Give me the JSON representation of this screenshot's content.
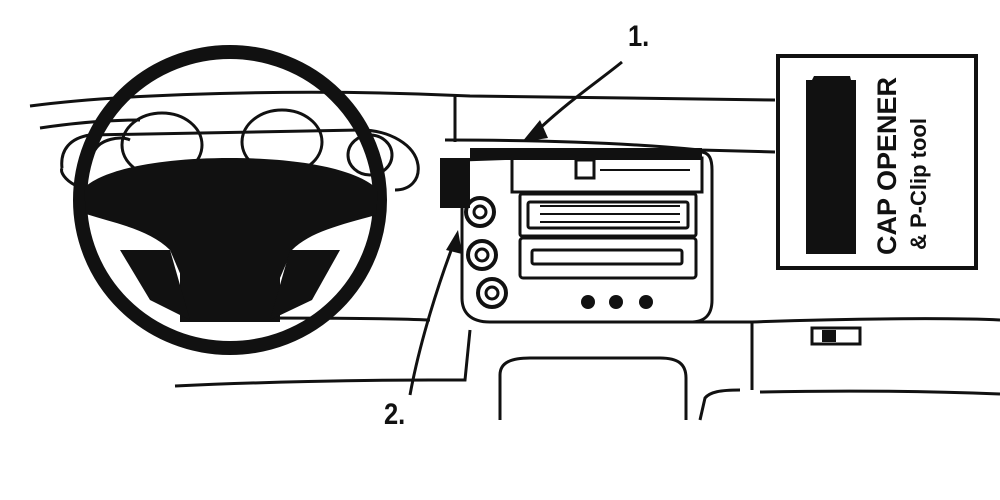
{
  "callouts": {
    "one": "1.",
    "two": "2."
  },
  "inset": {
    "line1": "CAP OPENER",
    "line2": "& P-Clip tool"
  },
  "colors": {
    "ink": "#111111",
    "paper": "#ffffff"
  },
  "icons": {
    "steering_wheel": "steering-wheel",
    "radio": "car-radio",
    "tool": "clip-tool"
  }
}
